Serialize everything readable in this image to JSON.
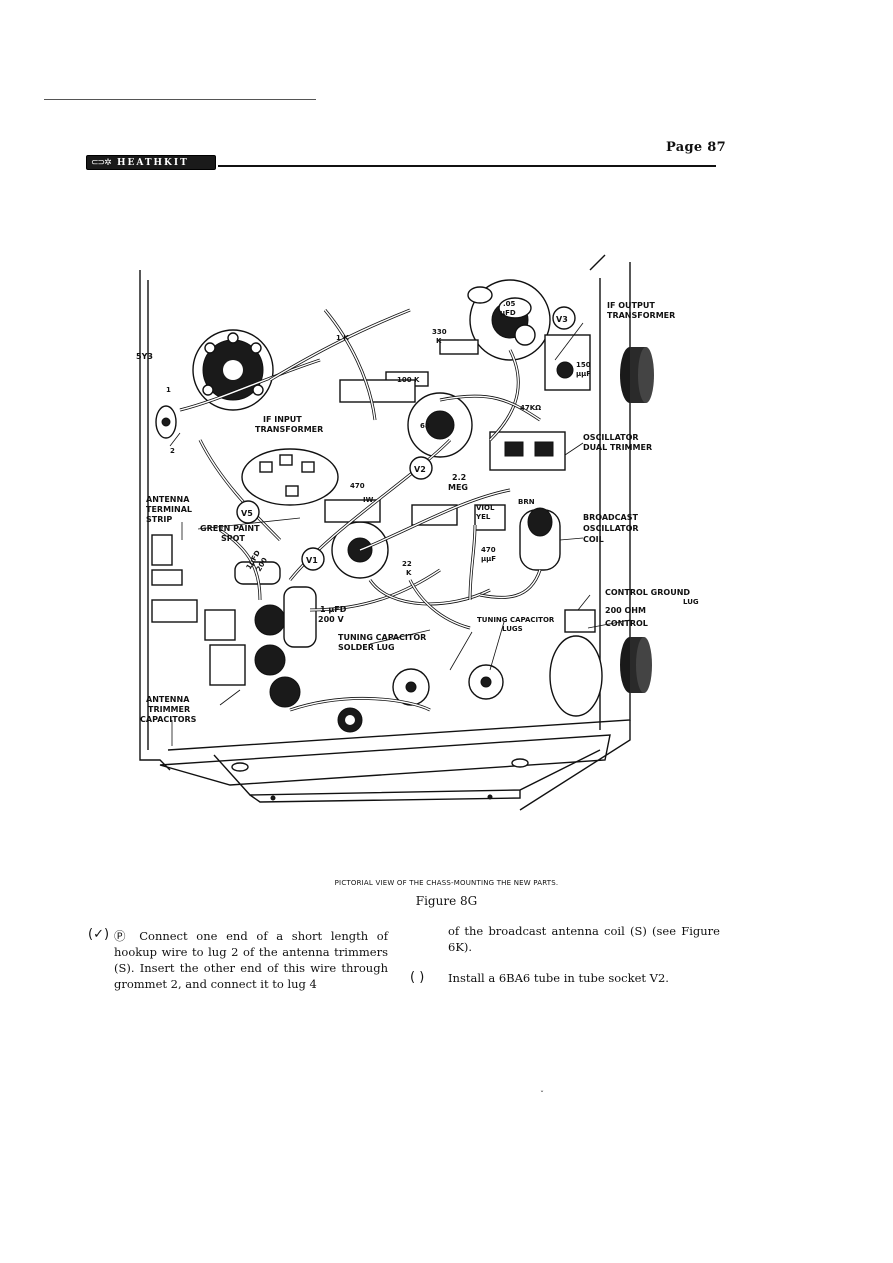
{
  "header": {
    "logo_text": "HEATHKIT",
    "logo_mark": "⊂⊃✲",
    "page_number": "Page 87"
  },
  "figure": {
    "labels": {
      "tube_5y3": "5Y3",
      "lug_1": "1",
      "lug_2": "2",
      "if_input_1": "IF INPUT",
      "if_input_2": "TRANSFORMER",
      "if_output_1": "IF OUTPUT",
      "if_output_2": "TRANSFORMER",
      "r_1k": "1 K",
      "r_330k_1": "330",
      "r_330k_2": "K",
      "r_100k": "100 K",
      "c_05_1": ".05",
      "c_05_2": "μFD",
      "v3": "V3",
      "c_150_1": "150",
      "c_150_2": "μμF",
      "r_47k": "47KΩ",
      "osc_trim_1": "OSCILLATOR",
      "osc_trim_2": "DUAL TRIMMER",
      "r_68": "68",
      "v2": "V2",
      "meg_1": "2.2",
      "meg_2": "MEG",
      "r_470": "470",
      "v5": "V5",
      "iw": "IW",
      "brn": "BRN",
      "viol": "VIOL",
      "yel": "YEL",
      "bc_osc_1": "BROADCAST",
      "bc_osc_2": "OSCILLATOR",
      "bc_osc_3": "COIL",
      "c_470uuf_1": "470",
      "c_470uuf_2": "μμF",
      "r_22k_1": "22",
      "r_22k_2": "K",
      "v1": "V1",
      "ant_term_1": "ANTENNA",
      "ant_term_2": "TERMINAL",
      "ant_term_3": "STRIP",
      "green_1": "GREEN PAINT",
      "green_2": "SPOT",
      "c_1ufd_200_1": "1μFD",
      "c_1ufd_200_2": "200",
      "c_1ufd_1": "1 μFD",
      "c_1ufd_2": "200 V",
      "tuning_solder_1": "TUNING CAPACITOR",
      "tuning_solder_2": "SOLDER LUG",
      "tuning_lugs_1": "TUNING CAPACITOR",
      "tuning_lugs_2": "LUGS",
      "ctrl_ground_1": "CONTROL GROUND",
      "ctrl_ground_2": "LUG",
      "ohm_200": "200 OHM",
      "control": "CONTROL",
      "ant_trim_1": "ANTENNA",
      "ant_trim_2": "TRIMMER",
      "ant_trim_3": "CAPACITORS"
    },
    "caption_small": "PICTORIAL VIEW OF THE CHASS-MOUNTING THE NEW PARTS.",
    "caption": "Figure 8G"
  },
  "instructions": {
    "step_p_check": "(✓)",
    "step_p_letter": "Ⓟ",
    "step_p_left": "Connect one end of a short length of hookup wire to lug 2 of the antenna trimmers (S). Insert the other end of this wire through grommet 2, and connect it to lug 4",
    "step_p_right": "of the broadcast antenna coil (S) (see Figure 6K).",
    "step_v2_check": "( )",
    "step_v2": "Install a 6BA6 tube in tube socket V2."
  }
}
